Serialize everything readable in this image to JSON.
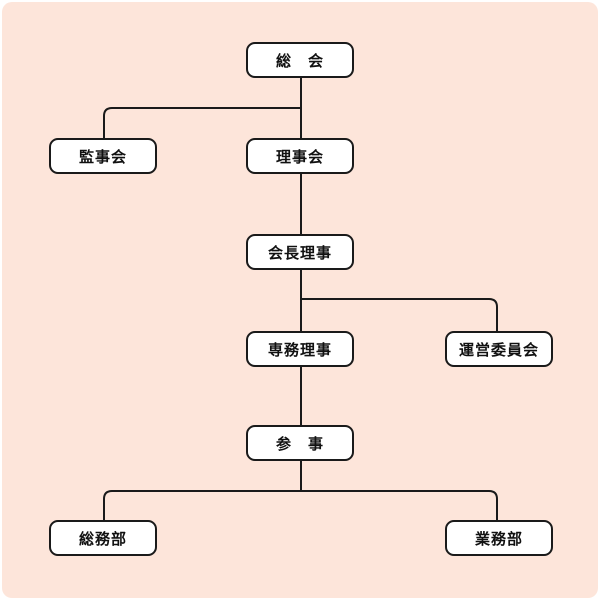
{
  "org_chart": {
    "general_assembly": "総　会",
    "auditors": "監事会",
    "board": "理事会",
    "chairman": "会長理事",
    "managing_director": "専務理事",
    "steering_committee": "運営委員会",
    "counselor": "参　事",
    "general_affairs": "総務部",
    "business_affairs": "業務部"
  },
  "colors": {
    "background": "#fde5da",
    "node_fill": "#ffffff",
    "line": "#1a1a1a"
  }
}
